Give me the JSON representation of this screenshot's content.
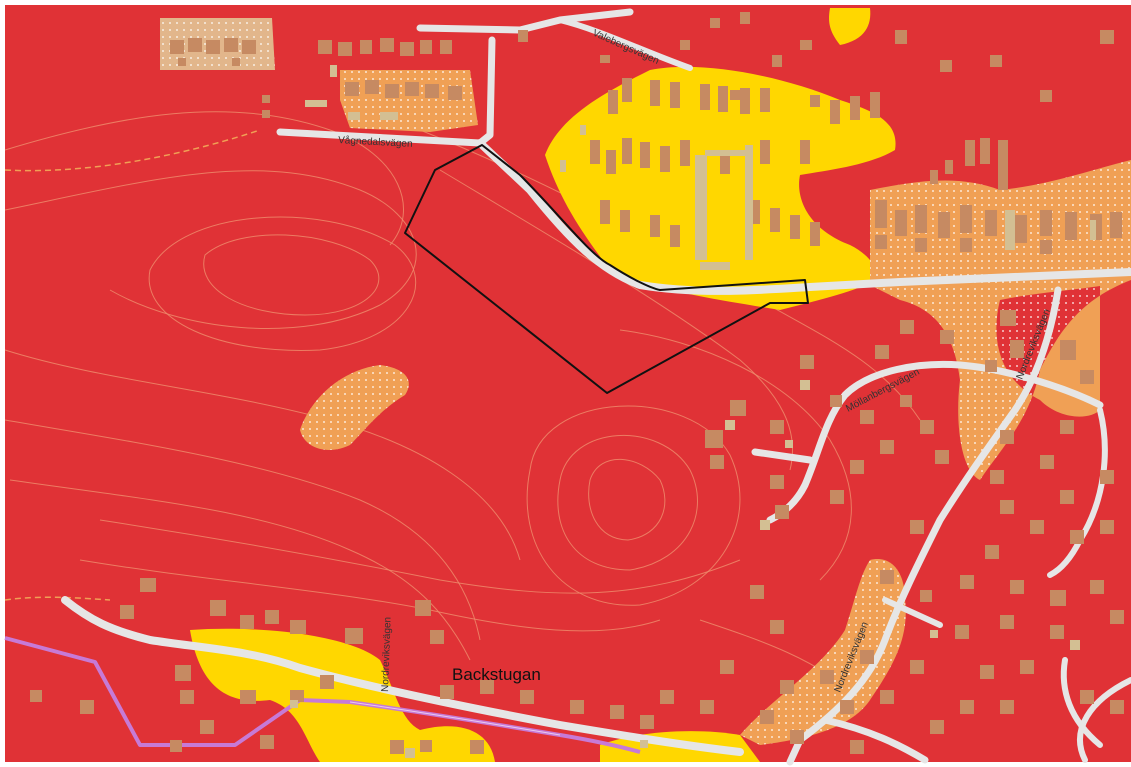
{
  "map": {
    "colors": {
      "forest": "#e03236",
      "residential": "#ffd700",
      "mixed": "#f0a055",
      "rural_plot": "#e2b68b",
      "building": "#c68a62",
      "outbuilding": "#d3bf93",
      "road": "#e6e6e6",
      "boundary": "#111111",
      "rail_line": "#c77ad6",
      "contour": "#ef8f6e"
    },
    "labels": {
      "vagnedalsvagen": "Vågnedalsvägen",
      "valebergsvagen": "Valebergsvägen",
      "nordreviksvagen": "Nordreviksvägen",
      "mollanbergsvagen": "Möllanbergsvägen",
      "backstugan": "Backstugan"
    },
    "icons": [
      "boundary-outline",
      "building-footprint",
      "contour-line",
      "road",
      "rail-line",
      "dotted-area"
    ]
  }
}
